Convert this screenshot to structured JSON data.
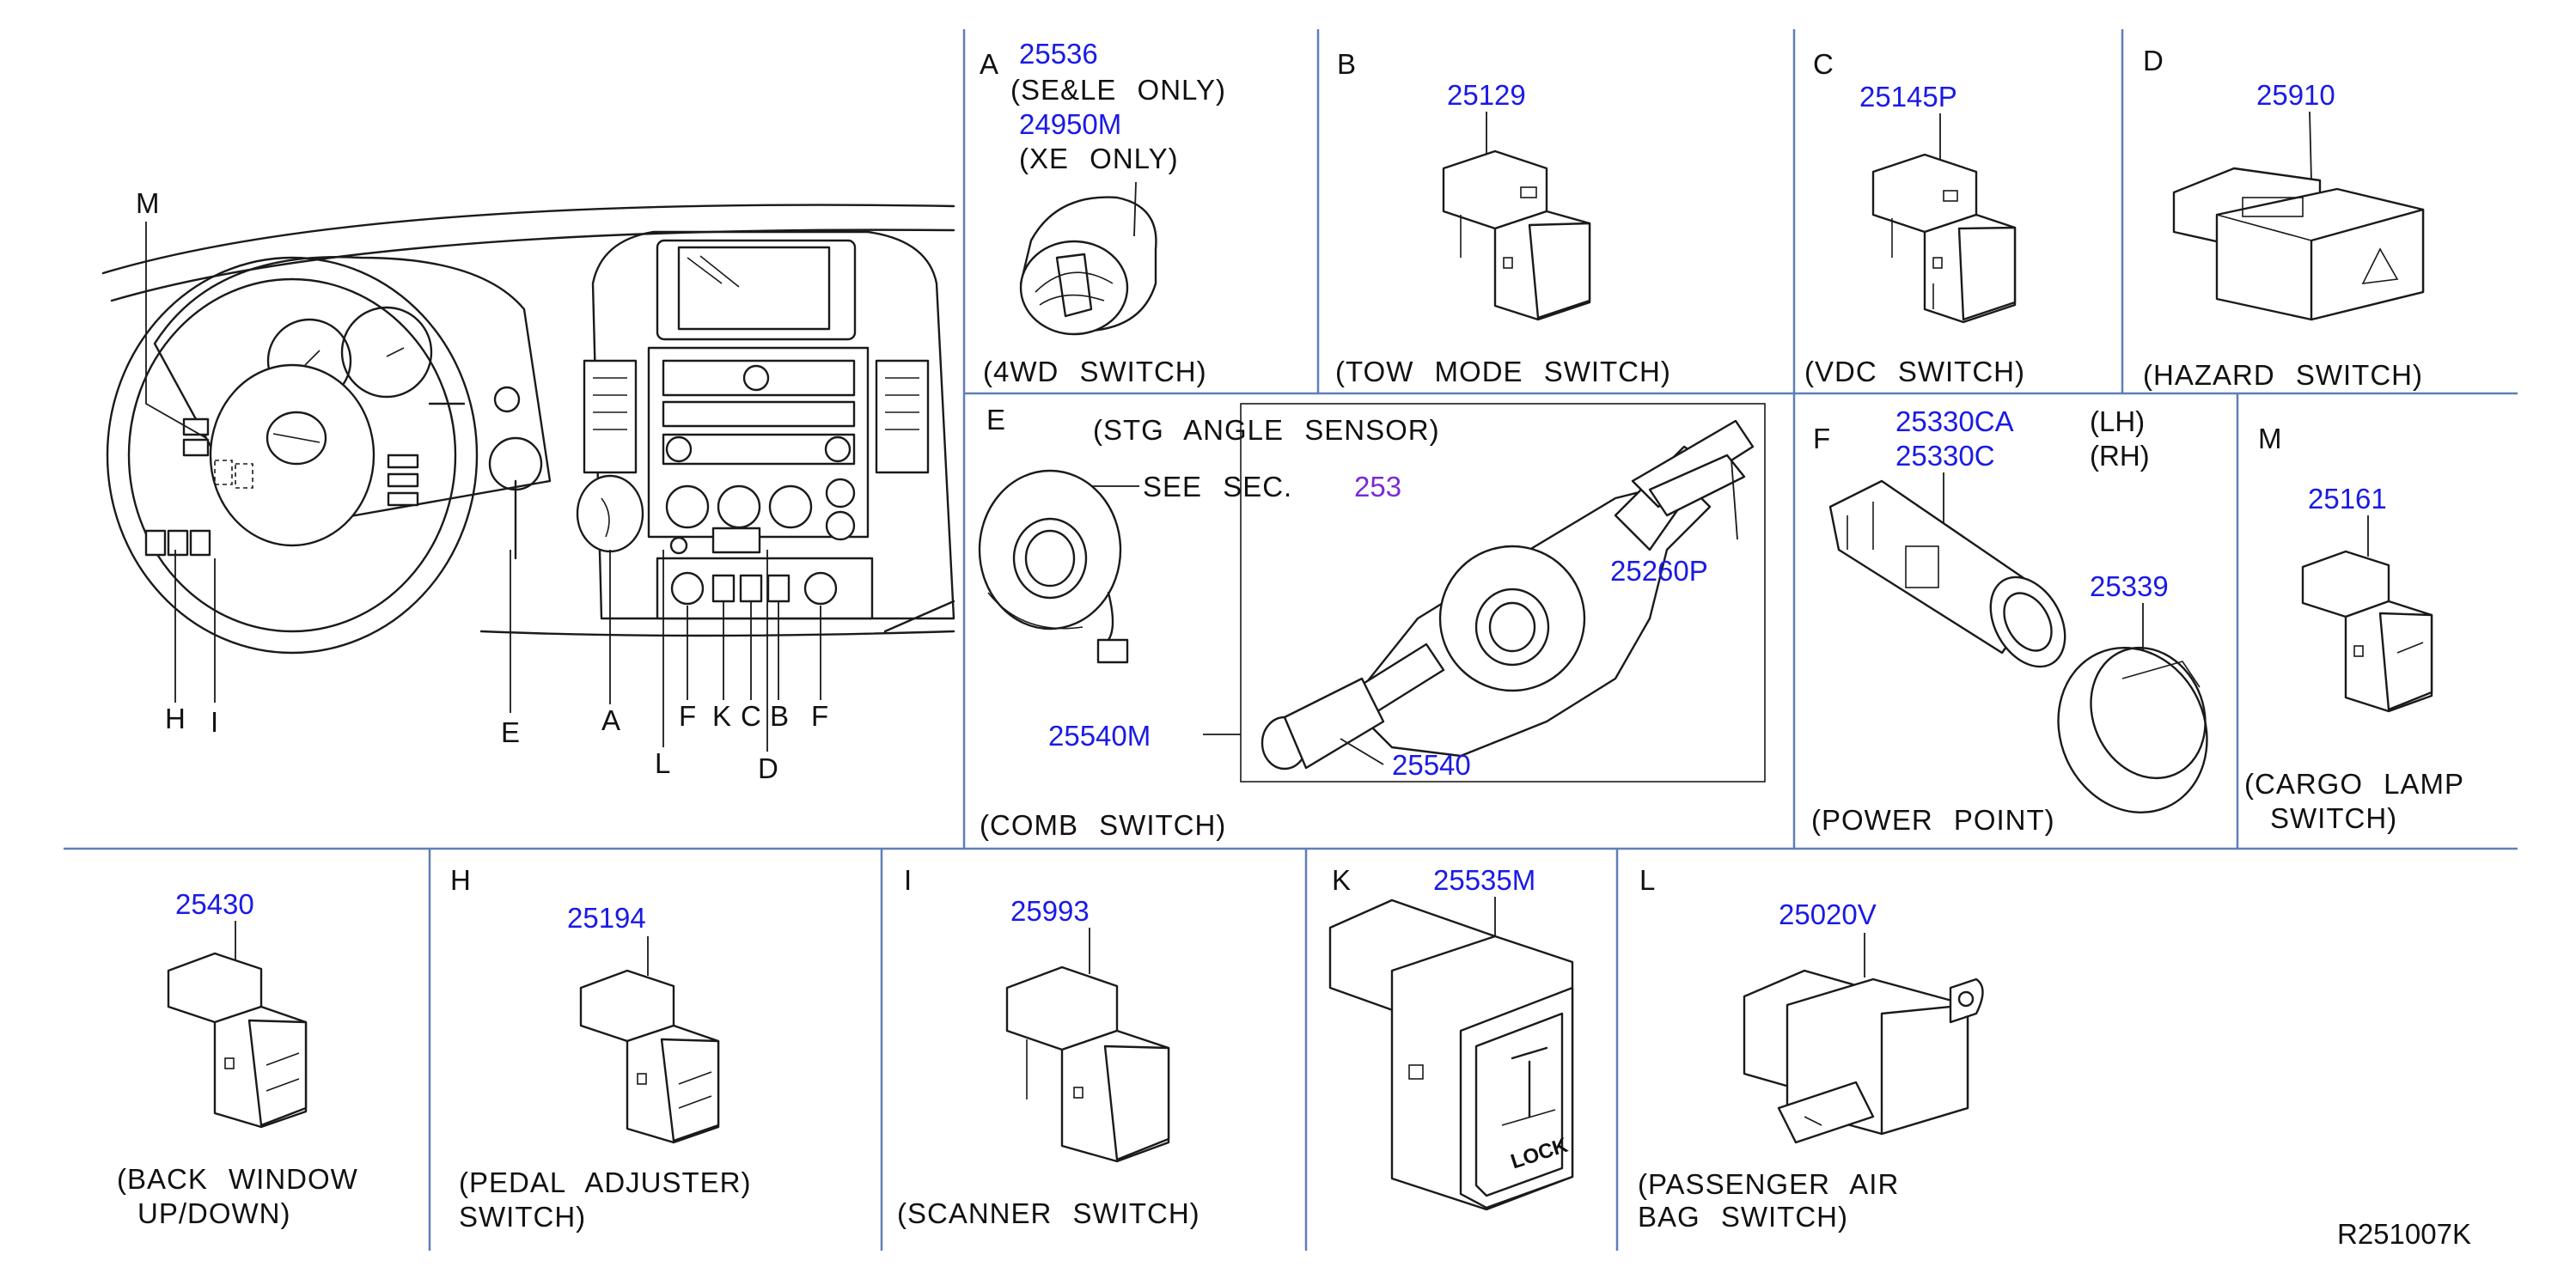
{
  "diagram": {
    "reference_code": "R251007K",
    "overview_callouts": [
      "M",
      "H",
      "I",
      "E",
      "A",
      "L",
      "F",
      "K",
      "C",
      "B",
      "D",
      "F"
    ],
    "panels": {
      "A": {
        "letter": "A",
        "parts": [
          {
            "number": "25536",
            "note": "(SE&LE ONLY)"
          },
          {
            "number": "24950M",
            "note": "(XE ONLY)"
          }
        ],
        "caption": "(4WD SWITCH)"
      },
      "B": {
        "letter": "B",
        "part": "25129",
        "caption": "(TOW MODE SWITCH)"
      },
      "C": {
        "letter": "C",
        "part": "25145P",
        "caption": "(VDC SWITCH)"
      },
      "D": {
        "letter": "D",
        "part": "25910",
        "caption": "(HAZARD SWITCH)"
      },
      "E": {
        "letter": "E",
        "sensor_label": "(STG ANGLE SENSOR)",
        "see_sec": "SEE SEC.",
        "sec_number": "253",
        "parts": {
          "assembly": "25260P",
          "set": "25540M",
          "lever": "25540"
        },
        "caption": "(COMB SWITCH)"
      },
      "F": {
        "letter": "F",
        "part_lh": "25330CA",
        "part_rh": "25330C",
        "lh": "(LH)",
        "rh": "(RH)",
        "cap_part": "25339",
        "caption": "(POWER POINT)"
      },
      "M": {
        "letter": "M",
        "part": "25161",
        "caption_line1": "(CARGO LAMP",
        "caption_line2": "SWITCH)"
      },
      "G": {
        "part": "25430",
        "caption_line1": "(BACK WINDOW",
        "caption_line2": "UP/DOWN)"
      },
      "H": {
        "letter": "H",
        "part": "25194",
        "caption_line1": "(PEDAL ADJUSTER)",
        "caption_line2": "SWITCH)"
      },
      "I": {
        "letter": "I",
        "part": "25993",
        "caption": "(SCANNER SWITCH)"
      },
      "K": {
        "letter": "K",
        "part": "25535M",
        "caption": "(LOCK)",
        "lock_text": "LOCK"
      },
      "L": {
        "letter": "L",
        "part": "25020V",
        "caption_line1": "(PASSENGER AIR",
        "caption_line2": "BAG SWITCH)"
      }
    }
  }
}
